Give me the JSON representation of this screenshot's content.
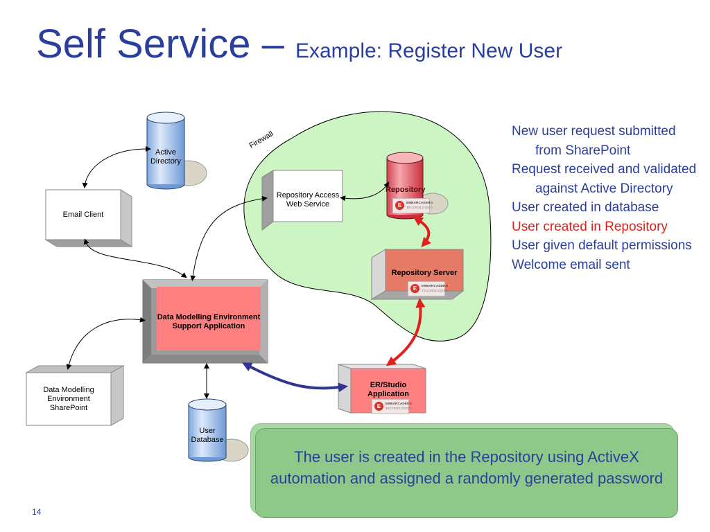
{
  "title": {
    "main": "Self Service – ",
    "sub": "Example: Register New User"
  },
  "diagram": {
    "firewall_label": "Firewall",
    "nodes": {
      "active_directory": "Active Directory",
      "email_client": "Email Client",
      "repository_access_web_service": "Repository Access Web Service",
      "repository": "Repository",
      "repository_server": "Repository Server",
      "data_modelling_env_support_app": "Data Modelling Environment Support Application",
      "data_modelling_env_sharepoint": "Data Modelling Environment SharePoint",
      "user_database": "User Database",
      "er_studio_application": "ER/Studio Application"
    },
    "logo_text": {
      "line1": "EMBARCADERO",
      "line2": "TECHNOLOGIES"
    },
    "colors": {
      "cloud": "#ccf5c3",
      "red_box": "#ff8080",
      "salmon_box": "#e57a67",
      "db_blue": "#aac8ec",
      "db_red": "#e96670",
      "red_arrow": "#e0201c",
      "navy_arrow": "#2f3592"
    }
  },
  "steps": [
    {
      "text": "New user request submitted from SharePoint",
      "highlight": false
    },
    {
      "text": "Request received and validated against Active Directory",
      "highlight": false
    },
    {
      "text": "User created in database",
      "highlight": false
    },
    {
      "text": "User created in Repository",
      "highlight": true
    },
    {
      "text": "User given default permissions",
      "highlight": false
    },
    {
      "text": "Welcome email sent",
      "highlight": false
    }
  ],
  "callout": "The user is created in the Repository using ActiveX automation and assigned a randomly generated password",
  "page_number": "14"
}
